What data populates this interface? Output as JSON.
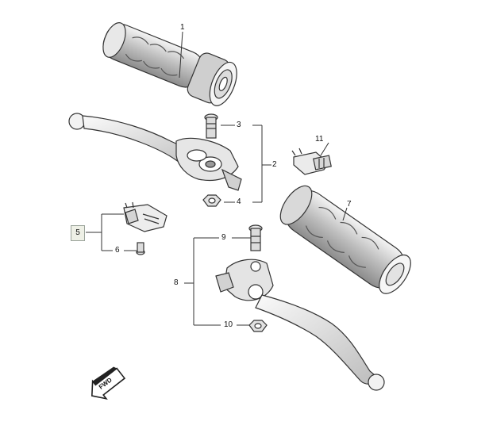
{
  "diagram": {
    "callouts": {
      "c1": "1",
      "c2": "2",
      "c3": "3",
      "c4": "4",
      "c5": "5",
      "c6": "6",
      "c7": "7",
      "c8": "8",
      "c9": "9",
      "c10": "10",
      "c11": "11"
    },
    "direction_mark": "FWD"
  },
  "style": {
    "line_color": "#333333",
    "part_fill": "#ffffff",
    "shade_fill": "#dcdcdc",
    "highlight_box_fill": "#eef0e6"
  }
}
